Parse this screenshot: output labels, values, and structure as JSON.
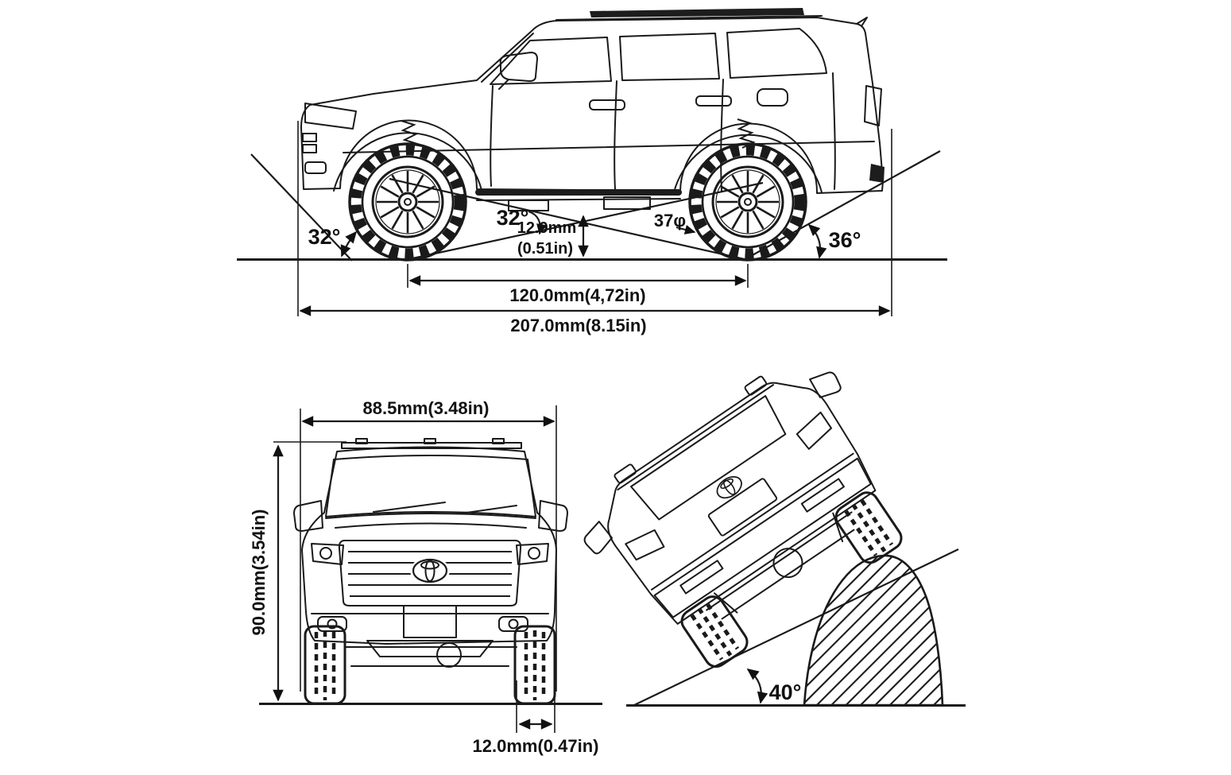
{
  "page": {
    "background": "#ffffff",
    "line_color": "#1a1a1a",
    "description": "Three-view dimensional blueprint of an off-road RC Toyota Land Cruiser 300"
  },
  "side_view": {
    "labels": {
      "approach_angle": "32°",
      "breakover_angle": "32°",
      "ground_clearance_line1": "12.9mm",
      "ground_clearance_line2": "(0.51in)",
      "tire_diameter": "37φ",
      "departure_angle": "36°",
      "wheelbase": "120.0mm(4,72in)",
      "overall_length": "207.0mm(8.15in)"
    }
  },
  "front_view": {
    "labels": {
      "overall_width": "88.5mm(3.48in)",
      "overall_height": "90.0mm(3.54in)",
      "tire_width": "12.0mm(0.47in)"
    }
  },
  "tilt_view": {
    "labels": {
      "ramp_angle": "40°"
    }
  },
  "icons": {
    "toyota_emblem": "three-overlapping-ellipses",
    "roof_rack": "dark-filled-bar",
    "rock": "diagonal-hatched-boulder"
  }
}
